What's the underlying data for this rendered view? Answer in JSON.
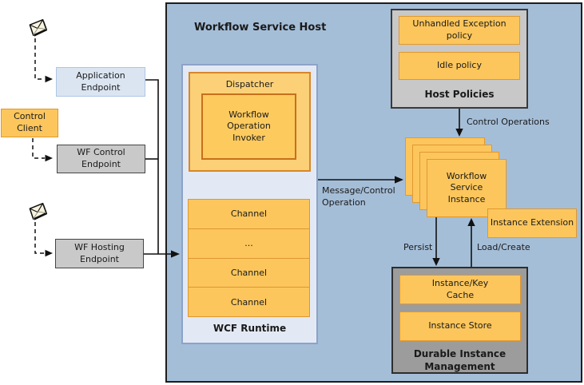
{
  "host": {
    "title": "Workflow Service Host"
  },
  "clients": {
    "control_client": "Control Client",
    "application_endpoint": "Application Endpoint",
    "wf_control_endpoint": "WF Control Endpoint",
    "wf_hosting_endpoint": "WF Hosting Endpoint"
  },
  "wcf_runtime": {
    "label": "WCF Runtime",
    "dispatcher": "Dispatcher",
    "workflow_operation_invoker": "Workflow Operation Invoker",
    "channels": [
      "Channel",
      "...",
      "Channel",
      "Channel"
    ]
  },
  "host_policies": {
    "label": "Host Policies",
    "items": [
      "Unhandled Exception policy",
      "Idle policy"
    ]
  },
  "instances": {
    "workflow_service_instance": "Workflow Service Instance",
    "instance_extension": "Instance Extension",
    "stack_count": 4
  },
  "durable_instance_management": {
    "label": "Durable Instance Management",
    "items": [
      "Instance/Key Cache",
      "Instance Store"
    ]
  },
  "edges": {
    "control_operations": "Control Operations",
    "message_control_operation": "Message/Control Operation",
    "persist": "Persist",
    "load_create": "Load/Create"
  },
  "icons": {
    "message_envelope": "envelope"
  },
  "colors": {
    "host_fill": "#A5BED8",
    "wcf_runtime_fill": "#E3E9F4",
    "wcf_runtime_border": "#8CA2C8",
    "orange_fill": "#FCC65C",
    "orange_border": "#E1982F",
    "dispatcher_fill": "#FBD077",
    "endpoint_blue_fill": "#DBE5F2",
    "endpoint_gray_fill": "#C9C9C9",
    "host_policies_fill": "#C8C8C8",
    "durable_mgmt_fill": "#9C9C9C",
    "line_color": "#111111"
  }
}
